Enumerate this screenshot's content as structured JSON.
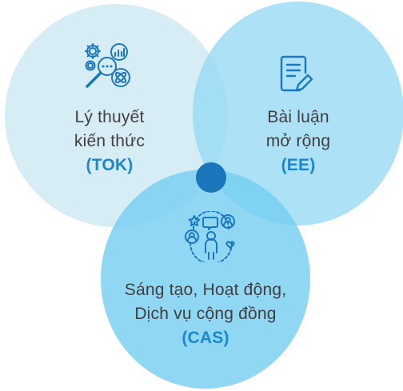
{
  "diagram": {
    "circles": [
      {
        "id": "tok",
        "line1": "Lý thuyết",
        "line2": "kiến thức",
        "abbr": "(TOK)",
        "icon": "research-gears-magnifier-icon",
        "fill": "#cde9f4"
      },
      {
        "id": "ee",
        "line1": "Bài luận",
        "line2": "mở rộng",
        "abbr": "(EE)",
        "icon": "document-pen-icon",
        "fill": "#96daf4"
      },
      {
        "id": "cas",
        "line1": "Sáng tạo, Hoạt động,",
        "line2": "Dịch vụ cộng đồng",
        "abbr": "(CAS)",
        "icon": "community-people-icon",
        "fill": "#76cef0"
      }
    ],
    "center_dot_color": "#1b75bb",
    "accent_color": "#1a87d2",
    "icon_stroke_color": "#1a78c2",
    "text_color": "#3f3f3f"
  }
}
